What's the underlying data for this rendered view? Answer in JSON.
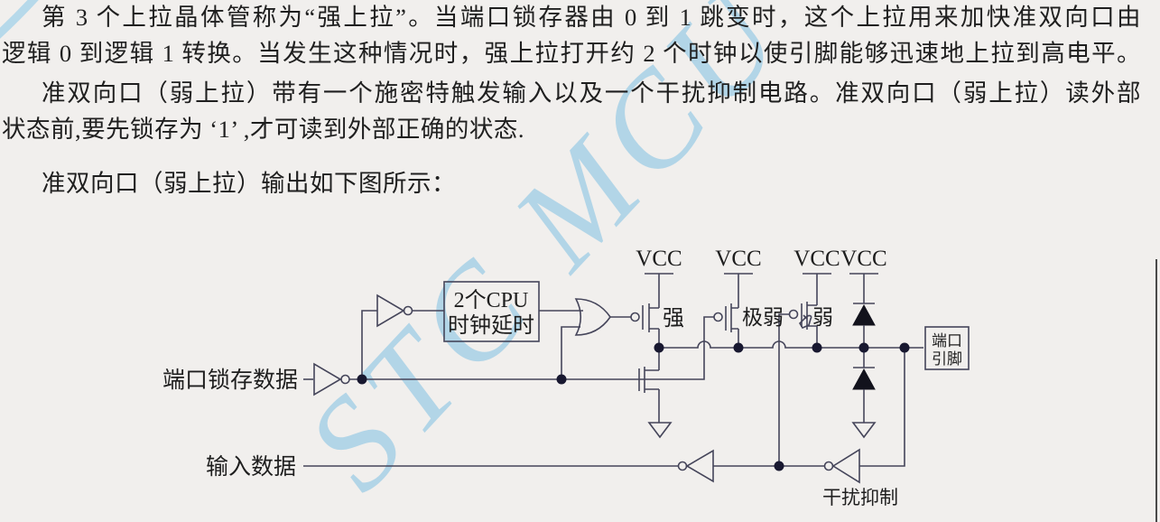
{
  "page": {
    "para1_line1": "第 3 个上拉晶体管称为“强上拉”。当端口锁存器由 0 到 1 跳变时，这个上拉用来加快准双向口由",
    "para1_line2": "逻辑 0 到逻辑 1 转换。当发生这种情况时，强上拉打开约 2 个时钟以使引脚能够迅速地上拉到高电平。",
    "para2_line1": "准双向口（弱上拉）带有一个施密特触发输入以及一个干扰抑制电路。准双向口（弱上拉）读外部",
    "para2_line2": "状态前,要先锁存为 ‘1’ ,才可读到外部正确的状态.",
    "para3_line1": "准双向口（弱上拉）输出如下图所示："
  },
  "watermark": {
    "text": "STC MCU",
    "color": "#7fc0e0"
  },
  "diagram": {
    "labels": {
      "vcc1": "VCC",
      "vcc2": "VCC",
      "vcc3": "VCC",
      "vcc4": "VCC",
      "strong": "强",
      "very_weak": "极弱",
      "weak": "弱",
      "delay_box_line1": "2个CPU",
      "delay_box_line2": "时钟延时",
      "port_latch_data": "端口锁存数据",
      "input_data": "输入数据",
      "port_pin_line1": "端口",
      "port_pin_line2": "引脚",
      "interference_suppression": "干扰抑制"
    },
    "colors": {
      "wire": "#45455a",
      "junction_dot": "#181830",
      "diode_fill": "#12121c",
      "watermark_blue": "#7fc0e0"
    }
  }
}
